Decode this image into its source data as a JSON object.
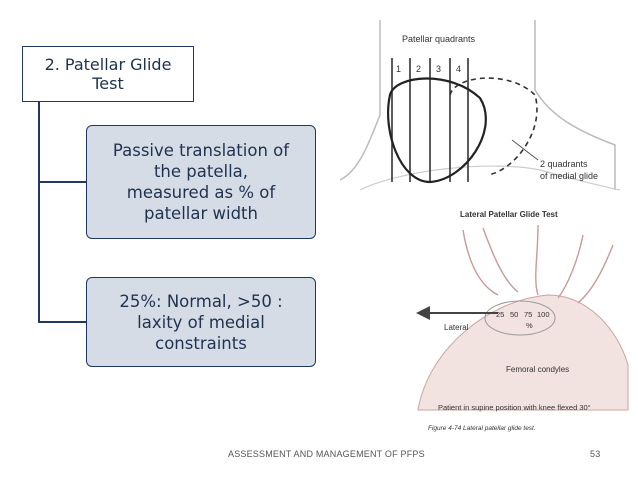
{
  "title": {
    "line1": "2. Patellar Glide",
    "line2": "Test"
  },
  "nodes": [
    {
      "lines": [
        "Passive translation of",
        "the patella,",
        "measured as % of",
        "patellar width"
      ]
    },
    {
      "lines": [
        "25%: Normal, >50 :",
        "laxity of medial",
        "constraints"
      ]
    }
  ],
  "figure_top": {
    "header": "Patellar quadrants",
    "quadrants": [
      "1",
      "2",
      "3",
      "4"
    ],
    "annotation": [
      "2 quadrants",
      "of medial glide"
    ]
  },
  "figure_bottom": {
    "header": "Lateral Patellar Glide Test",
    "arrow_label": "Lateral",
    "scale": [
      "25",
      "50",
      "75",
      "100",
      "%"
    ],
    "bone_label": "Femoral condyles",
    "position_note": "Patient in supine position with knee flexed 30°",
    "caption": "Figure 4-74 Lateral patellar glide test."
  },
  "footer": {
    "text": "ASSESSMENT AND MANAGEMENT OF PFPS",
    "page": "53"
  }
}
